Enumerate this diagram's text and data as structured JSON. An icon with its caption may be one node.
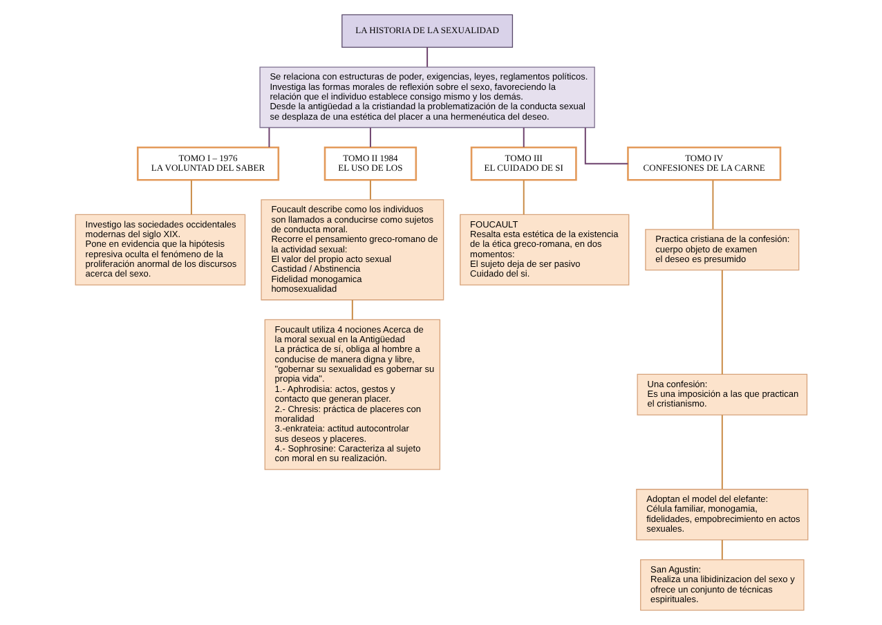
{
  "diagram": {
    "nodes": [
      {
        "text": [
          "LA HISTORIA DE LA SEXUALIDAD"
        ]
      },
      {
        "text": [
          "Se relaciona con estructuras de poder, exigencias, leyes, reglamentos políticos.",
          "Investiga las formas morales de reflexión sobre el sexo, favoreciendo la relación que el individuo establece consigo mismo y los demás.",
          "Desde la antigüedad a la cristiandad la problematización de la conducta sexual se desplaza de una estética del placer a una hermenéutica del deseo."
        ]
      },
      {
        "text": [
          "TOMO I – 1976",
          "LA VOLUNTAD DEL SABER"
        ]
      },
      {
        "text": [
          "TOMO II 1984",
          "EL USO DE LOS"
        ]
      },
      {
        "text": [
          "TOMO III",
          "EL CUIDADO DE SI"
        ]
      },
      {
        "text": [
          "TOMO IV",
          "CONFESIONES DE LA CARNE"
        ]
      },
      {
        "text": [
          "Investigo las sociedades occidentales modernas del siglo XIX.",
          "Pone en evidencia que la hipótesis represiva oculta el fenómeno de la proliferación anormal de los discursos acerca del sexo."
        ]
      },
      {
        "text": [
          "Foucault describe como los individuos son llamados a conducirse como sujetos de conducta moral.",
          "Recorre el pensamiento greco-romano de la actividad sexual:",
          "El valor del propio acto sexual",
          "Castidad / Abstinencia",
          "Fidelidad monogamica",
          "homosexualidad"
        ]
      },
      {
        "text": [
          "Foucault utiliza 4 nociones Acerca de la moral sexual en la Antigüedad",
          "La práctica de sí, obliga al hombre a conducise de manera digna y libre, \"gobernar su sexualidad es gobernar su propia vida\".",
          "1.- Aphrodisia: actos, gestos y contacto que generan placer.",
          "2.- Chresis: práctica de placeres con moralidad",
          "3.-enkrateia: actitud autocontrolar sus deseos y placeres.",
          "4.- Sophrosine: Caracteriza al sujeto con moral en su realización."
        ]
      },
      {
        "text": [
          "FOUCAULT",
          "Resalta esta estética de la existencia de la ética greco-romana, en dos momentos:",
          "El sujeto deja de ser pasivo",
          "Cuidado del si."
        ]
      },
      {
        "text": [
          "Practica cristiana de la confesión:",
          "cuerpo objeto de examen",
          "el deseo es presumido"
        ]
      },
      {
        "text": [
          "Una confesión:",
          "Es una imposición a las que practican el cristianismo."
        ]
      },
      {
        "text": [
          "Adoptan el model del elefante:",
          "Célula familiar, monogamia, fidelidades, empobrecimiento en actos sexuales."
        ]
      },
      {
        "text": [
          "San Agustin:",
          "Realiza una libidinizacion del sexo y ofrece un conjunto de técnicas espirituales."
        ]
      }
    ],
    "edges": [
      {
        "from": 0,
        "to": 1,
        "arrow": "none",
        "color": "#6b3f6b"
      },
      {
        "from": 1,
        "to": 2,
        "arrow": "none",
        "color": "#6b3f6b"
      },
      {
        "from": 1,
        "to": 3,
        "arrow": "none",
        "color": "#6b3f6b"
      },
      {
        "from": 1,
        "to": 4,
        "arrow": "none",
        "color": "#6b3f6b"
      },
      {
        "from": 1,
        "to": 5,
        "arrow": "none",
        "color": "#6b3f6b"
      },
      {
        "from": 2,
        "to": 6,
        "arrow": "none"
      },
      {
        "from": 3,
        "to": 7,
        "arrow": "none"
      },
      {
        "from": 7,
        "to": 8,
        "arrow": "none"
      },
      {
        "from": 4,
        "to": 9,
        "arrow": "none"
      },
      {
        "from": 5,
        "to": 10,
        "arrow": "none"
      },
      {
        "from": 10,
        "to": 11,
        "arrow": "none"
      },
      {
        "from": 11,
        "to": 12,
        "arrow": "none"
      },
      {
        "from": 12,
        "to": 13,
        "arrow": "none"
      }
    ]
  }
}
